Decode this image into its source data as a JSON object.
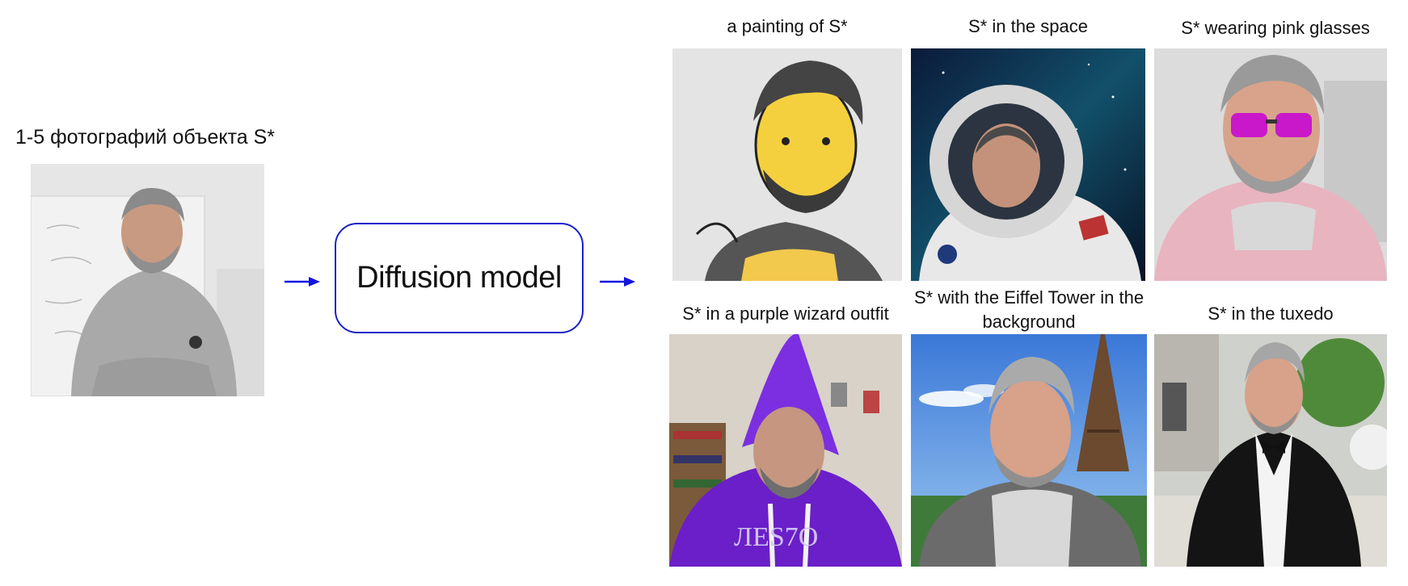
{
  "input": {
    "title": "1-5 фотографий объекта S*",
    "icon": "person-photo-icon"
  },
  "model": {
    "label": "Diffusion model",
    "border_color": "#1a20c8"
  },
  "arrows": {
    "color": "#1414e0"
  },
  "outputs": [
    {
      "caption": "a painting of S*"
    },
    {
      "caption": "S* in the space"
    },
    {
      "caption": "S* wearing pink glasses"
    },
    {
      "caption": "S* in a purple wizard outfit"
    },
    {
      "caption": "S* with the Eiffel Tower in the background"
    },
    {
      "caption": "S* in the tuxedo"
    }
  ]
}
